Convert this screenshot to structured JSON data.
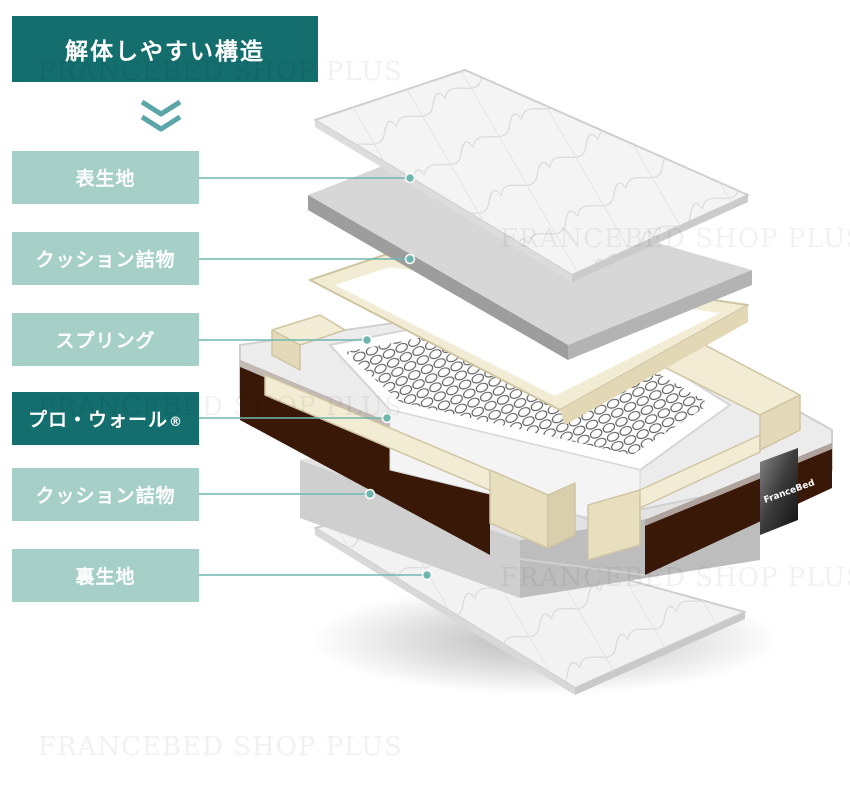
{
  "title": "解体しやすい構造",
  "labels": [
    {
      "text": "表生地",
      "active": false
    },
    {
      "text": "クッション詰物",
      "active": false
    },
    {
      "text": "スプリング",
      "active": false
    },
    {
      "text": "プロ・ウォール",
      "suffix": "®",
      "active": true
    },
    {
      "text": "クッション詰物",
      "active": false
    },
    {
      "text": "裏生地",
      "active": false
    }
  ],
  "brand_tag": "FranceBed",
  "watermark": "FRANCEBED SHOP PLUS",
  "colors": {
    "title_bg": "#146e6e",
    "label_bg": "#a5cfc7",
    "active_label_bg": "#146e6e",
    "leader_line": "#6fb7ad",
    "mattress_side": "#3a1808",
    "wall_beige": "#efe8cf"
  }
}
